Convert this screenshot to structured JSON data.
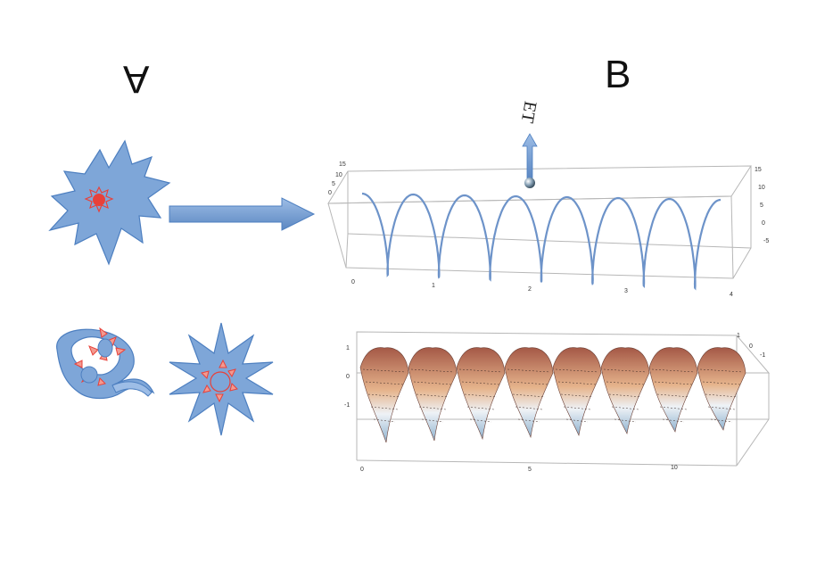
{
  "panels": {
    "left_label": "A",
    "right_label": "B"
  },
  "field_label": "ET",
  "colors": {
    "cell_fill": "#7ea6d8",
    "cell_stroke": "#4d7fc0",
    "spike_red": "#e8413a",
    "arrow_fill": "#6f9bd3",
    "helix": "#6d93c9",
    "surface_top": "#b86a52",
    "surface_bottom": "#cfe1ee"
  },
  "helix_box": {
    "left_ticks": [
      "15",
      "10",
      "5",
      "0"
    ],
    "right_ticks": [
      "15",
      "10",
      "5",
      "0",
      "-5"
    ],
    "bottom_ticks": [
      "0",
      "1",
      "2",
      "3",
      "4"
    ]
  },
  "surface_box": {
    "left_ticks": [
      "1",
      "0",
      "-1"
    ],
    "right_ticks": [
      "1",
      "0",
      "-1"
    ],
    "bottom_ticks": [
      "0",
      "5",
      "10"
    ]
  }
}
